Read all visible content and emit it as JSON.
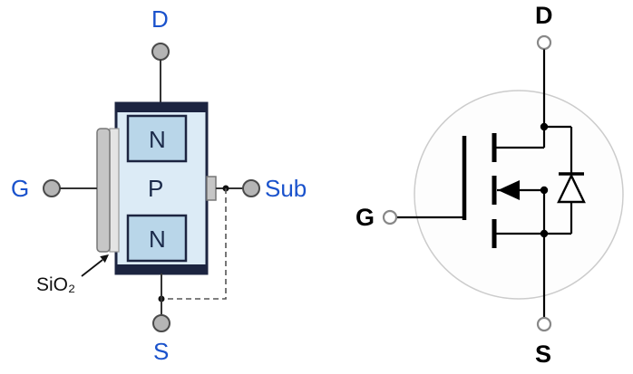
{
  "structure_diagram": {
    "drain_label": "D",
    "gate_label": "G",
    "source_label": "S",
    "substrate_label": "Sub",
    "oxide_label": "SiO₂",
    "regions": {
      "top": "N",
      "middle": "P",
      "bottom": "N"
    }
  },
  "symbol_diagram": {
    "drain_label": "D",
    "gate_label": "G",
    "source_label": "S"
  },
  "colors": {
    "terminal_label_blue": "#1a52cc",
    "body_fill": "#dcebf6",
    "n_region_fill": "#b9d6e9",
    "dark_border_navy": "#1c2440",
    "gate_gray": "#c6c6c6",
    "oxide_gray": "#e4e4e4",
    "terminal_gray": "#b5b5b5",
    "symbol_line_black": "#000000",
    "envelope_gray": "#cccccc"
  }
}
